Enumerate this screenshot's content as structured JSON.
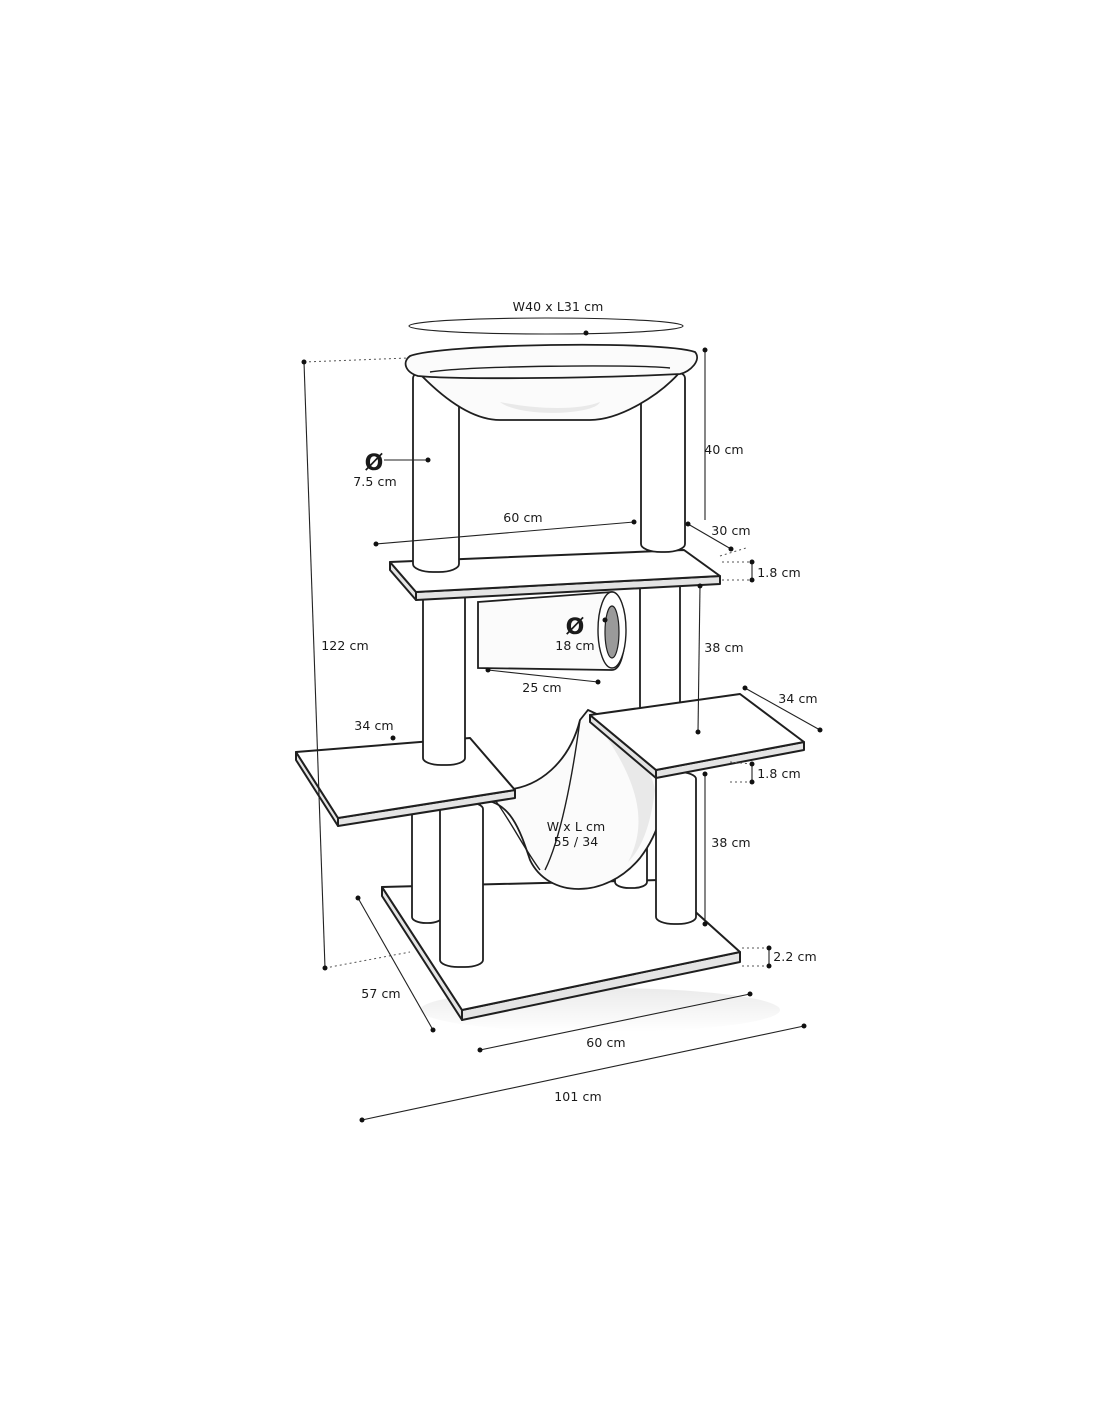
{
  "labels": {
    "top_bed": "W40 x L31 cm",
    "post_symbol": "Ø",
    "post_diameter": "7.5 cm",
    "top_height": "40 cm",
    "upper_platform_width": "60 cm",
    "upper_platform_depth": "30 cm",
    "upper_platform_thickness": "1.8 cm",
    "tunnel_symbol": "Ø",
    "tunnel_diameter": "18 cm",
    "tunnel_length": "25 cm",
    "middle_height": "38 cm",
    "total_height": "122 cm",
    "right_platform_depth": "34 cm",
    "left_platform_depth": "34 cm",
    "right_platform_thickness": "1.8 cm",
    "hammock_dims_line1": "W x L cm",
    "hammock_dims_line2": "55 / 34",
    "lower_height": "38 cm",
    "base_thickness": "2.2 cm",
    "base_depth": "57 cm",
    "base_width": "60 cm",
    "total_width": "101 cm"
  },
  "colors": {
    "line": "#1f1f1f",
    "board_top": "#ffffff",
    "board_side": "#e4e4e4",
    "rope_stripe": "#8a8a8a",
    "tunnel_hole": "#9a9a9a"
  }
}
